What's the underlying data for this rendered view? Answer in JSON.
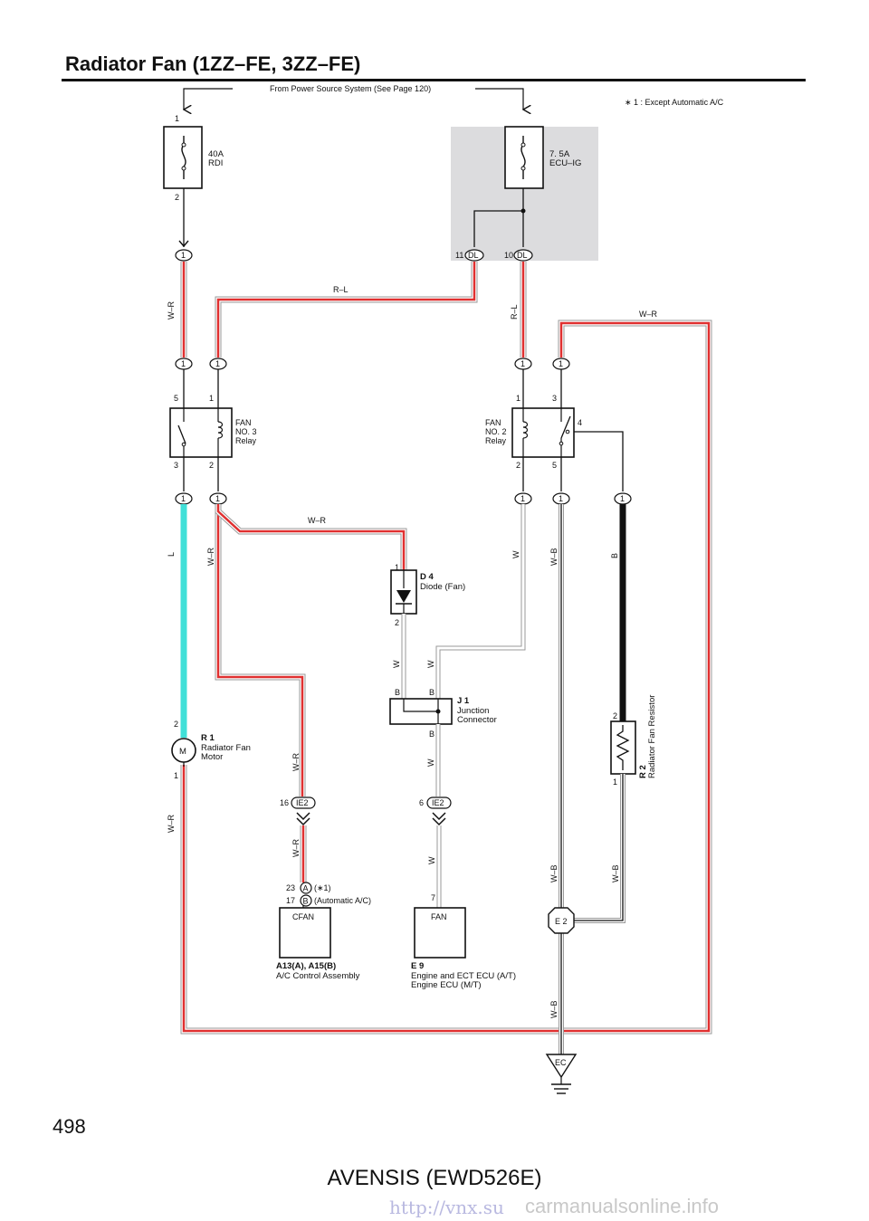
{
  "title": "Radiator Fan (1ZZ–FE, 3ZZ–FE)",
  "page_number": "498",
  "model": "AVENSIS (EWD526E)",
  "watermark_left": "http://vnx.su",
  "watermark_right": "carmanualsonline.info",
  "power_source": "From Power Source System (See Page 120)",
  "note": "∗ 1 : Except Automatic A/C",
  "fuse_rdi": {
    "amp": "40A",
    "name": "RDI",
    "pin_top": "1",
    "pin_bottom": "2"
  },
  "fuse_ecu": {
    "amp": "7. 5A",
    "name": "ECU–IG"
  },
  "connectors": {
    "dl11": {
      "num": "11",
      "code": "DL"
    },
    "dl10": {
      "num": "10",
      "code": "DL"
    },
    "one": "1"
  },
  "wires": {
    "wr": "W–R",
    "rl": "R–L",
    "l": "L",
    "w": "W",
    "wb": "W–B",
    "b": "B"
  },
  "relay3": {
    "name": [
      "FAN",
      "NO. 3",
      "Relay"
    ],
    "pins": [
      "5",
      "1",
      "3",
      "2"
    ]
  },
  "relay2": {
    "name": [
      "FAN",
      "NO. 2",
      "Relay"
    ],
    "pins": [
      "1",
      "3",
      "4",
      "2",
      "5"
    ]
  },
  "diode": {
    "code": "D 4",
    "name": "Diode (Fan)",
    "pin_top": "1",
    "pin_bottom": "2"
  },
  "junction": {
    "code": "J 1",
    "name": [
      "Junction",
      "Connector"
    ],
    "pins": [
      "B",
      "B",
      "B"
    ]
  },
  "motor": {
    "code": "R 1",
    "name": [
      "Radiator Fan",
      "Motor"
    ],
    "symbol": "M",
    "pin_top": "2",
    "pin_bottom": "1"
  },
  "resistor": {
    "code": "R 2",
    "name": "Radiator Fan Resistor",
    "pin_top": "2",
    "pin_bottom": "1"
  },
  "ie2_left": {
    "num": "16",
    "code": "IE2"
  },
  "ie2_right": {
    "num": "6",
    "code": "IE2"
  },
  "ac_pins": [
    {
      "num": "23",
      "letter": "A",
      "note": "(∗1)"
    },
    {
      "num": "17",
      "letter": "B",
      "note": "(Automatic A/C)"
    }
  ],
  "cfan": {
    "label": "CFAN",
    "code": "A13(A), A15(B)",
    "name": "A/C Control Assembly"
  },
  "ecu": {
    "label": "FAN",
    "pin": "7",
    "code": "E 9",
    "name": [
      "Engine and ECT ECU (A/T)",
      "Engine ECU (M/T)"
    ]
  },
  "ground_e2": "E 2",
  "ground_ec": "EC",
  "colors": {
    "wr_outer": "#9a9a9a",
    "wr_red": "#e03030",
    "l": "#40e0d8",
    "b": "#111111",
    "shade": "#dcdcde"
  }
}
